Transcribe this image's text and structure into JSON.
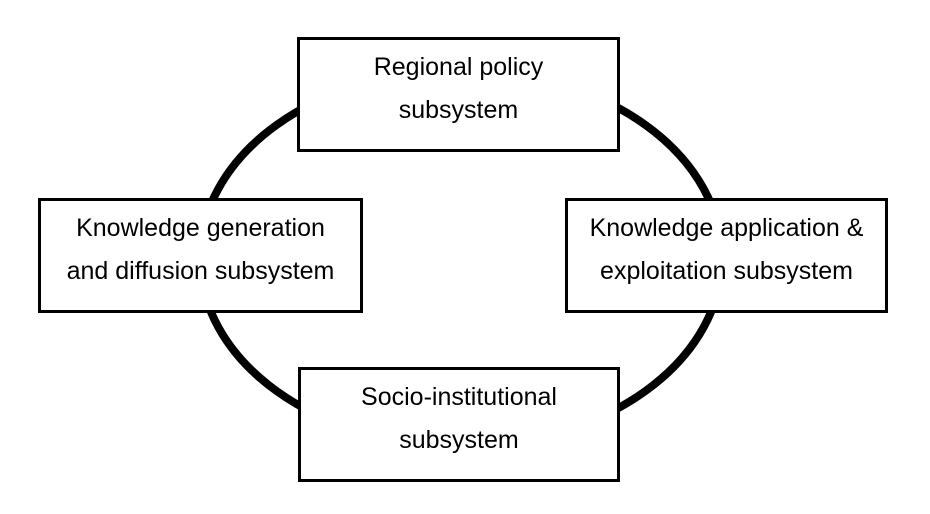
{
  "diagram": {
    "background_color": "#ffffff",
    "line_color": "#000000",
    "connector": {
      "shape": "ellipse",
      "stroke_width": 8
    },
    "nodes": [
      {
        "id": "regional-policy-subsystem",
        "line1": "Regional policy",
        "line2": "subsystem",
        "position": "top"
      },
      {
        "id": "knowledge-generation-subsystem",
        "line1": "Knowledge generation",
        "line2": "and diffusion subsystem",
        "position": "left"
      },
      {
        "id": "knowledge-application-subsystem",
        "line1": "Knowledge application &",
        "line2": "exploitation subsystem",
        "position": "right"
      },
      {
        "id": "socio-institutional-subsystem",
        "line1": "Socio-institutional",
        "line2": "subsystem",
        "position": "bottom"
      }
    ]
  }
}
